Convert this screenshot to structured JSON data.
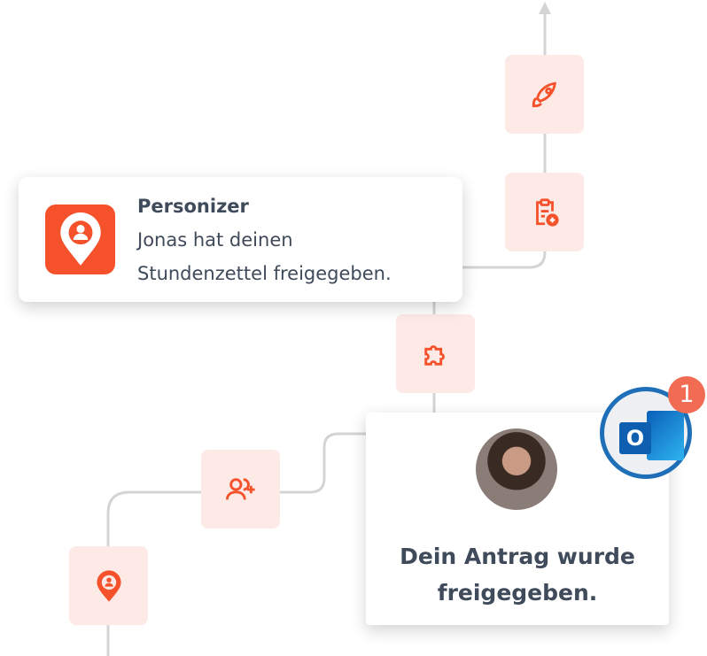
{
  "notification": {
    "app": "Personizer",
    "line1": "Jonas hat deinen",
    "line2": "Stundenzettel freigegeben."
  },
  "approval_card": {
    "line1": "Dein Antrag wurde",
    "line2": "freigegeben."
  },
  "outlook_badge": {
    "count": "1"
  },
  "colors": {
    "accent": "#f5512a",
    "box_bg": "#fde9e5",
    "line": "#d4d4d4"
  }
}
